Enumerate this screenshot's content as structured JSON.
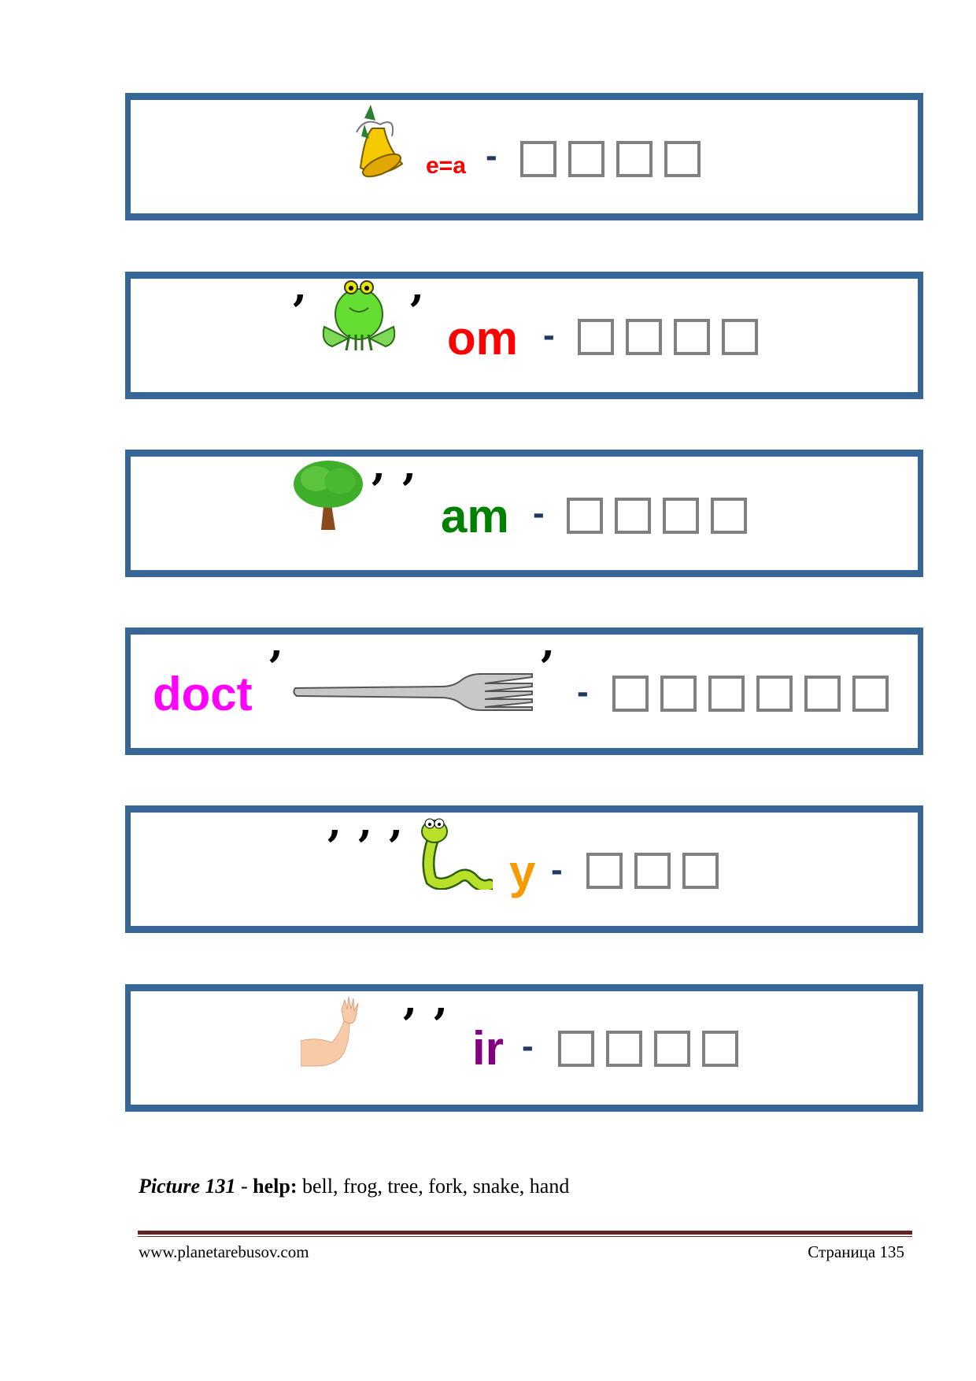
{
  "puzzles": [
    {
      "picture": "bell-icon",
      "suffix": "e=a",
      "suffix_color": "#ff0000",
      "dash": "-",
      "answer_boxes": 4
    },
    {
      "picture": "frog-icon",
      "prefix_commas": "’",
      "suffix_commas": "’",
      "suffix": "om",
      "suffix_color": "#ff0000",
      "dash": "-",
      "answer_boxes": 4
    },
    {
      "picture": "tree-icon",
      "suffix_commas": "’ ’",
      "suffix": "am",
      "suffix_color": "#008000",
      "dash": "-",
      "answer_boxes": 4
    },
    {
      "prefix": "doct",
      "prefix_color": "#ff00ff",
      "prefix_commas": "’",
      "picture": "fork-icon",
      "suffix_commas": "’",
      "dash": "-",
      "answer_boxes": 6
    },
    {
      "prefix_commas": "’ ’ ’",
      "picture": "snake-icon",
      "suffix": "y",
      "suffix_color": "#f59a00",
      "dash": "-",
      "answer_boxes": 3
    },
    {
      "picture": "hand-icon",
      "suffix_commas": "’ ’",
      "suffix": "ir",
      "suffix_color": "#800080",
      "dash": "-",
      "answer_boxes": 4
    }
  ],
  "caption": {
    "title": "Picture 131",
    "sep": " - ",
    "help_label": "help:",
    "help_text": " bell, frog, tree, fork, snake, hand"
  },
  "footer": {
    "website": "www.planetarebusov.com",
    "page": "Страница 135"
  },
  "colors": {
    "border": "#376698",
    "dash": "#1f3864",
    "box": "#808080",
    "rule": "#622423"
  }
}
